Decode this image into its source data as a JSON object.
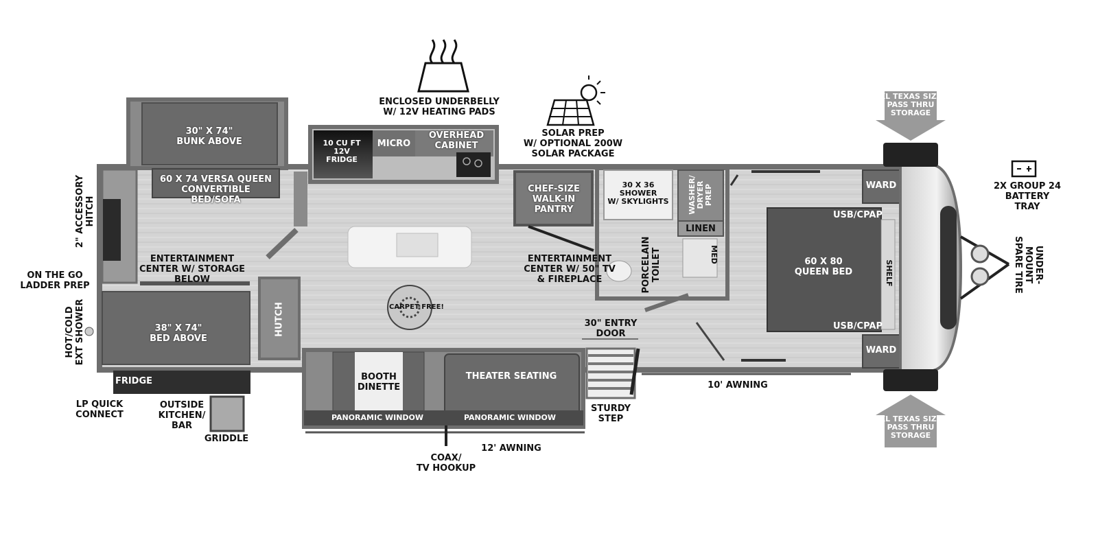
{
  "labels": {
    "underbelly": "ENCLOSED UNDERBELLY\nW/ 12V HEATING PADS",
    "solar": "SOLAR PREP\nW/ OPTIONAL 200W\nSOLAR PACKAGE",
    "pass_thru_top": "XL TEXAS SIZE\nPASS THRU\nSTORAGE",
    "pass_thru_bottom": "XL TEXAS SIZE\nPASS THRU\nSTORAGE",
    "battery": "2X GROUP 24\nBATTERY\nTRAY",
    "spare_tire": "UNDER-MOUNT\nSPARE TIRE",
    "bunk_above": "30\" X 74\"\nBUNK ABOVE",
    "versa_queen": "60 X 74 VERSA QUEEN\nCONVERTIBLE\nBED/SOFA",
    "fridge_inside": "10 CU FT\n12V\nFRIDGE",
    "micro": "MICRO",
    "overhead_cabinet": "OVERHEAD\nCABINET",
    "pantry": "CHEF-SIZE\nWALK-IN\nPANTRY",
    "shower": "30 X 36\nSHOWER\nW/ SKYLIGHTS",
    "washer_dryer": "WASHER/\nDRYER\nPREP",
    "linen": "LINEN",
    "med": "MED",
    "toilet": "PORCELAIN\nTOILET",
    "ward_top": "WARD",
    "ward_bottom": "WARD",
    "usb_top": "USB/CPAP",
    "usb_bottom": "USB/CPAP",
    "queen_bed": "60 X 80\nQUEEN BED",
    "shelf": "SHELF",
    "accessory_hitch": "2\" ACCESSORY\nHITCH",
    "ladder_prep": "ON THE GO\nLADDER PREP",
    "ext_shower": "HOT/COLD\nEXT SHOWER",
    "entertainment_storage": "ENTERTAINMENT\nCENTER W/ STORAGE\nBELOW",
    "bed_above": "38\" X 74\"\nBED ABOVE",
    "hutch": "HUTCH",
    "entertainment_tv": "ENTERTAINMENT\nCENTER W/ 50\" TV\n& FIREPLACE",
    "carpet_free": "CARPET FREE!",
    "entry_door": "30\" ENTRY\nDOOR",
    "booth_dinette": "BOOTH\nDINETTE",
    "theater_seating": "THEATER SEATING",
    "panoramic_window_left": "PANORAMIC WINDOW",
    "panoramic_window_right": "PANORAMIC WINDOW",
    "sturdy_step": "STURDY\nSTEP",
    "awning_10": "10' AWNING",
    "awning_12": "12' AWNING",
    "coax": "COAX/\nTV HOOKUP",
    "fridge_outside": "FRIDGE",
    "lp_quick": "LP QUICK\nCONNECT",
    "outside_kitchen": "OUTSIDE\nKITCHEN/\nBAR",
    "griddle": "GRIDDLE"
  },
  "icons": {
    "heat": "heat-waves-icon",
    "solar": "solar-panel-icon",
    "battery": "battery-icon",
    "carpet_free": "carpet-free-badge-icon"
  },
  "colors": {
    "wall": "#6e6e6e",
    "furniture": "#5a5a5a",
    "floor": "#d0d0d0",
    "arrow": "#9a9a9a",
    "ink": "#111111"
  }
}
